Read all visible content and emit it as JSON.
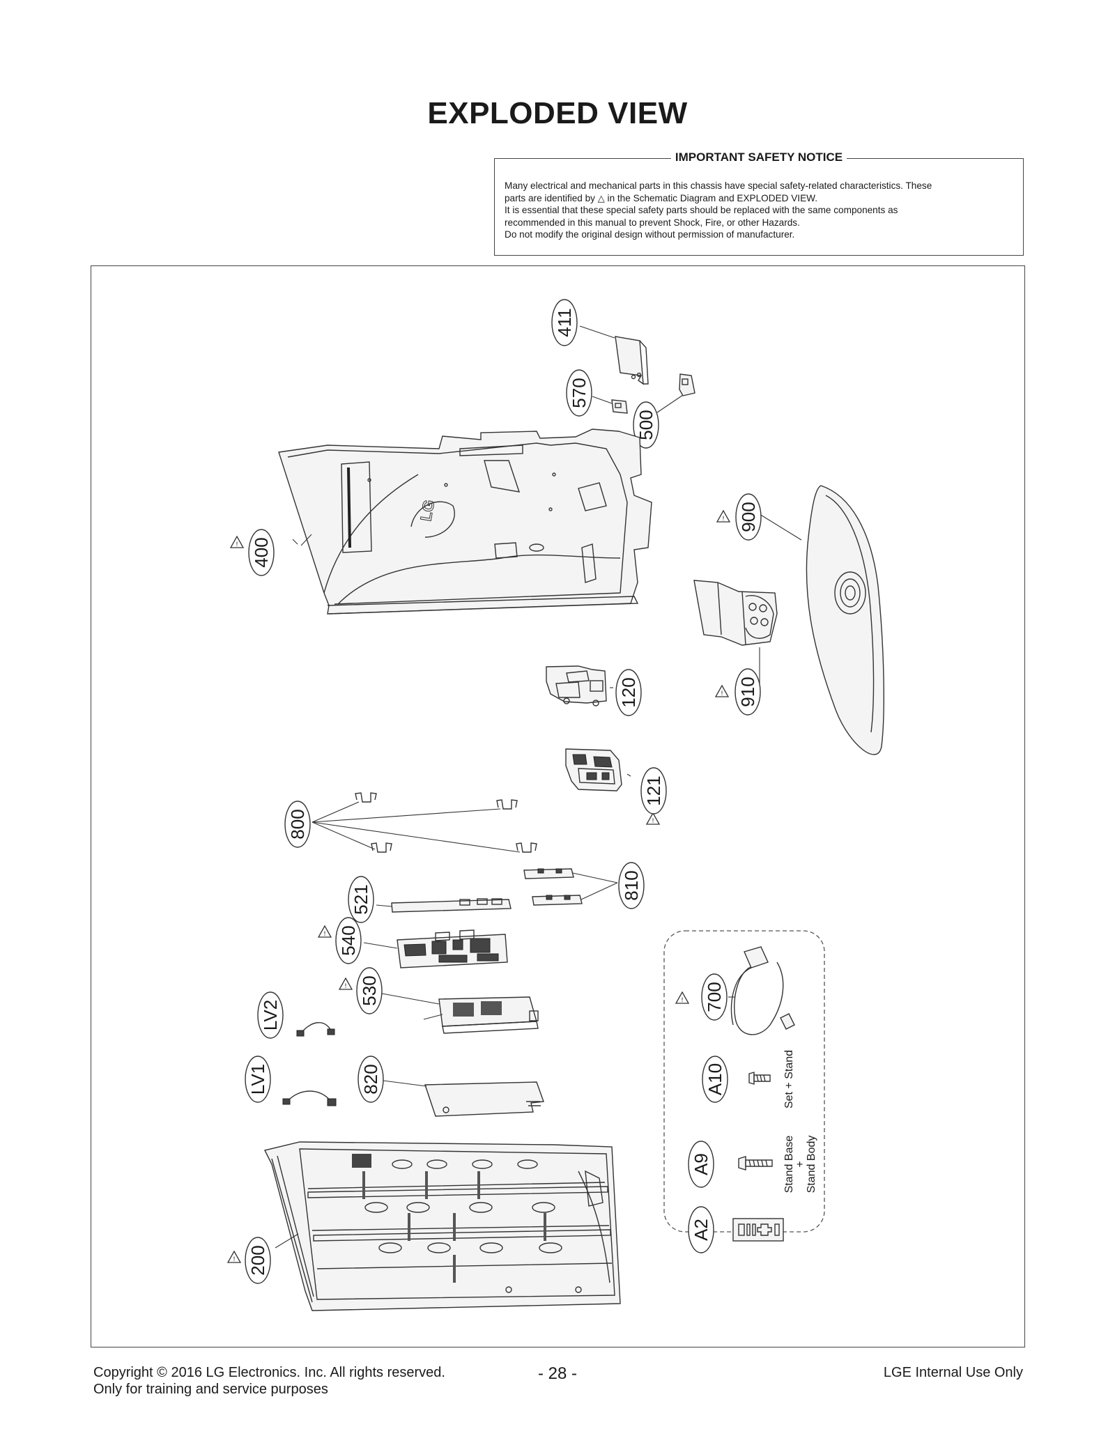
{
  "page_title": "EXPLODED VIEW",
  "notice": {
    "title": "IMPORTANT SAFETY NOTICE",
    "line1": "Many electrical and mechanical parts in this chassis have special safety-related characteristics. These",
    "line2a": "parts are identified by",
    "line2b": "in the Schematic Diagram and EXPLODED VIEW.",
    "line3": "It is essential that these special safety parts should be replaced with the same components as",
    "line4": "recommended in this manual to prevent Shock, Fire, or other Hazards.",
    "line5": "Do not modify the original design without permission of manufacturer."
  },
  "parts": {
    "p411": "411",
    "p570": "570",
    "p500": "500",
    "p400": "400",
    "p900": "900",
    "p910": "910",
    "p120": "120",
    "p121": "121",
    "p800": "800",
    "p521": "521",
    "p810": "810",
    "p540": "540",
    "p530": "530",
    "pLV2": "LV2",
    "pLV1": "LV1",
    "p820": "820",
    "p200": "200",
    "p700": "700",
    "pA10": "A10",
    "pA9": "A9",
    "pA2": "A2"
  },
  "screw_notes": {
    "a10": "Set + Stand",
    "a9_line1": "Stand Base",
    "a9_line2": "+",
    "a9_line3": "Stand Body"
  },
  "logo_text": "LG",
  "footer": {
    "copyright": "Copyright  © 2016  LG Electronics. Inc. All rights reserved.",
    "training": "Only for training and service purposes",
    "page_number": "- 28 -",
    "internal": "LGE Internal Use Only"
  }
}
